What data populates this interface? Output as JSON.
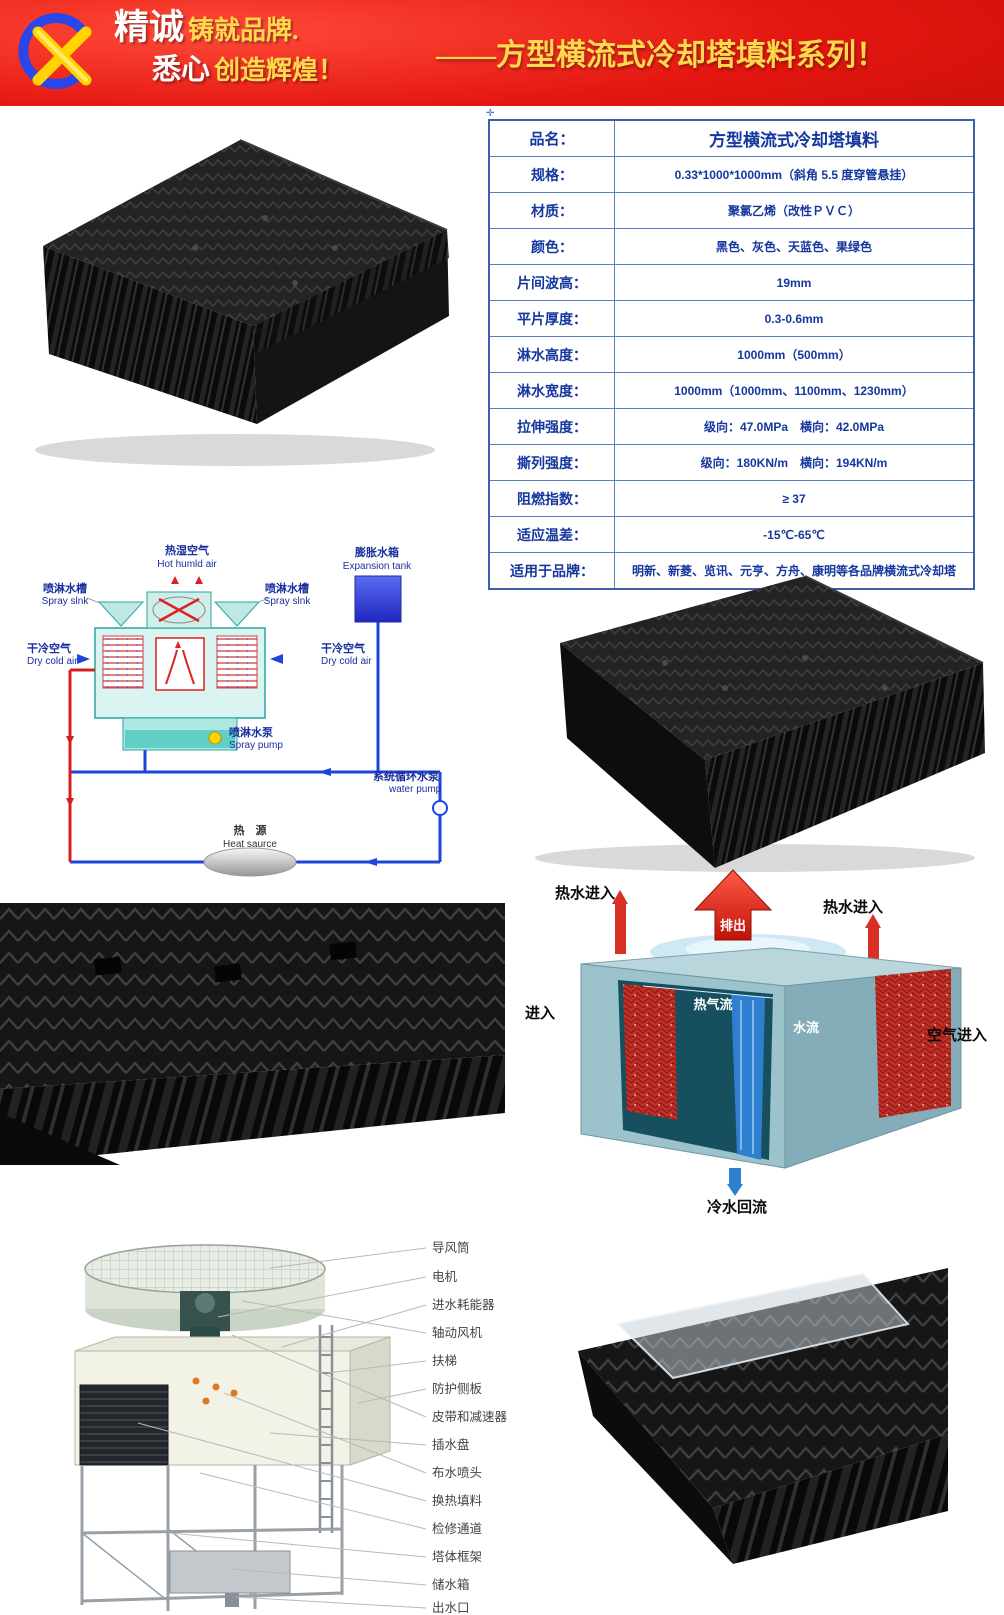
{
  "banner": {
    "slogan1_a": "精诚",
    "slogan1_b": "铸就品牌.",
    "slogan2_a": "悉心",
    "slogan2_b": "创造辉煌！",
    "series_title": "——方型横流式冷却塔填料系列！",
    "accent_gold": "#ffd94d",
    "banner_red": "#e41610"
  },
  "misc": {
    "corner_mark": "✛"
  },
  "spec_table": {
    "rows": [
      {
        "label": "品名：",
        "value": "方型横流式冷却塔填料"
      },
      {
        "label": "规格：",
        "value": "0.33*1000*1000mm（斜角 5.5 度穿管悬挂）"
      },
      {
        "label": "材质：",
        "value": "聚氯乙烯（改性ＰＶＣ）"
      },
      {
        "label": "颜色：",
        "value": "黑色、灰色、天蓝色、果绿色"
      },
      {
        "label": "片间波高：",
        "value": "19mm"
      },
      {
        "label": "平片厚度：",
        "value": "0.3-0.6mm"
      },
      {
        "label": "淋水高度：",
        "value": "1000mm（500mm）"
      },
      {
        "label": "淋水宽度：",
        "value": "1000mm（1000mm、1100mm、1230mm）"
      },
      {
        "label": "拉伸强度：",
        "value": "级向：47.0MPa　横向：42.0MPa"
      },
      {
        "label": "撕列强度：",
        "value": "级向：180KN/m　横向：194KN/m"
      },
      {
        "label": "阻燃指数：",
        "value": "≥ 37"
      },
      {
        "label": "适应温差：",
        "value": "-15℃-65℃"
      },
      {
        "label": "适用于品牌：",
        "value": "明新、新菱、览讯、元亨、方舟、康明等各品牌横流式冷却塔"
      }
    ]
  },
  "schematic": {
    "hot_humid_cn": "热湿空气",
    "hot_humid_en": "Hot humld air",
    "spray_sink_left_cn": "喷淋水槽",
    "spray_sink_left_en": "Spray slnk",
    "spray_sink_right_cn": "喷淋水槽",
    "spray_sink_right_en": "Spray slnk",
    "expansion_cn": "膨胀水箱",
    "expansion_en": "Expansion tank",
    "dry_cold_left_cn": "干冷空气",
    "dry_cold_left_en": "Dry cold air",
    "dry_cold_right_cn": "干冷空气",
    "dry_cold_right_en": "Dry cold air",
    "spray_pump_cn": "喷淋水泵",
    "spray_pump_en": "Spray pump",
    "sys_pump_cn": "系统循环水泵",
    "sys_pump_en": "water pump",
    "heat_source_cn": "热　源",
    "heat_source_en": "Heat saurce"
  },
  "cutaway": {
    "exhaust": "排出",
    "hot_in_left": "热水进入",
    "hot_in_right": "热水进入",
    "air_in_left": "进入",
    "air_in_right": "空气进入",
    "hot_air": "热气流",
    "water_flow": "水流",
    "cold_return": "冷水回流"
  },
  "parts": {
    "labels": [
      "导风筒",
      "电机",
      "进水耗能器",
      "轴动风机",
      "扶梯",
      "防护侧板",
      "皮带和减速器",
      "插水盘",
      "布水喷头",
      "换热填料",
      "检修通道",
      "塔体框架",
      "储水箱",
      "出水口"
    ]
  }
}
